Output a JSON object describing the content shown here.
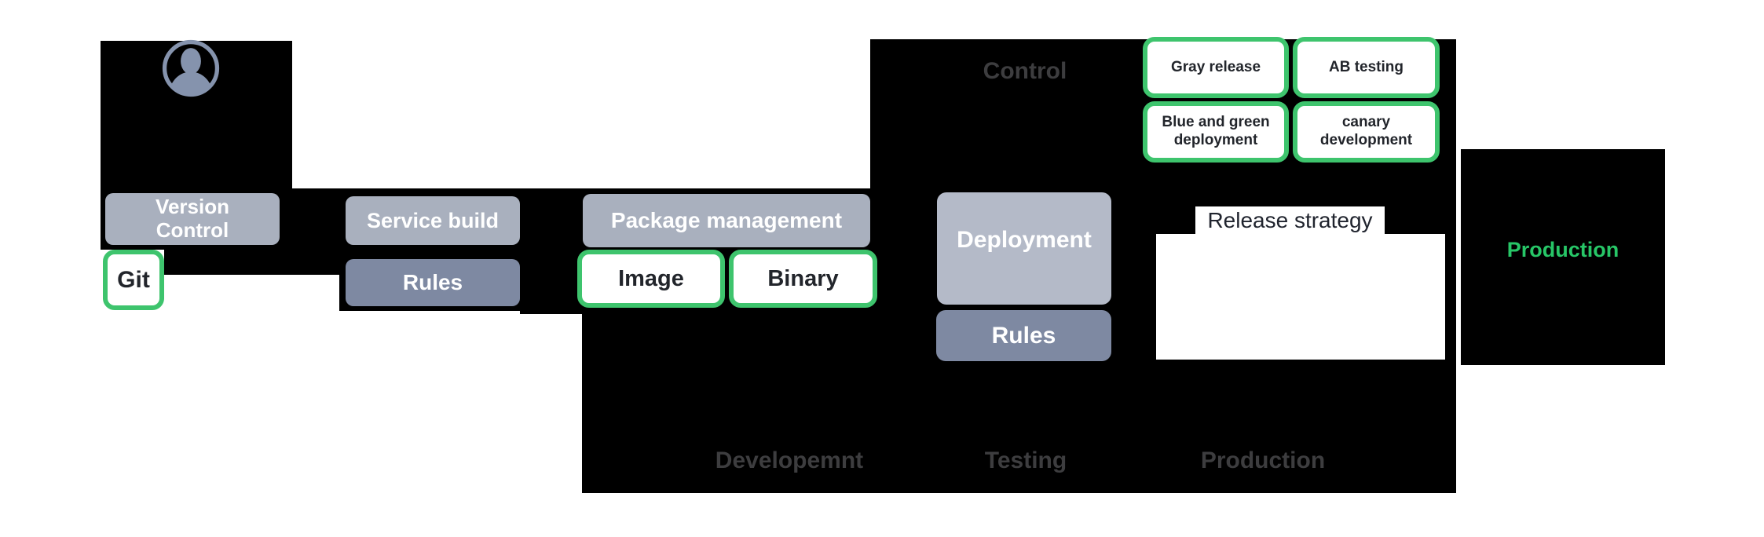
{
  "diagram_title": "DevOps pipeline diagram",
  "colors": {
    "background": "#000000",
    "node_gray": "#a9b0be",
    "node_gray_light": "#b4bac8",
    "node_slate": "#7e89a2",
    "green_accent": "#3ec46d",
    "green_text": "#27c667",
    "dim_label": "#3d3d3f",
    "dark_text": "#22252b",
    "avatar": "#8593ad",
    "white": "#ffffff"
  },
  "pipeline": {
    "version_control": {
      "label": "Version Control"
    },
    "git": {
      "label": "Git"
    },
    "service_build": {
      "label": "Service build"
    },
    "build_rules": {
      "label": "Rules"
    },
    "package_management": {
      "label": "Package management"
    },
    "image": {
      "label": "Image"
    },
    "binary": {
      "label": "Binary"
    },
    "control": {
      "label": "Control"
    },
    "deployment": {
      "label": "Deployment"
    },
    "deploy_rules": {
      "label": "Rules"
    },
    "release_strategy": {
      "title": "Release strategy"
    },
    "strategies": [
      {
        "label": "Gray release"
      },
      {
        "label": "AB testing"
      },
      {
        "label": "Blue and green deployment"
      },
      {
        "label": "canary development"
      }
    ],
    "production": {
      "label": "Production"
    }
  },
  "stages": [
    {
      "label": "Developemnt"
    },
    {
      "label": "Testing"
    },
    {
      "label": "Production"
    }
  ],
  "icons": {
    "user_avatar": "person-in-circle"
  }
}
